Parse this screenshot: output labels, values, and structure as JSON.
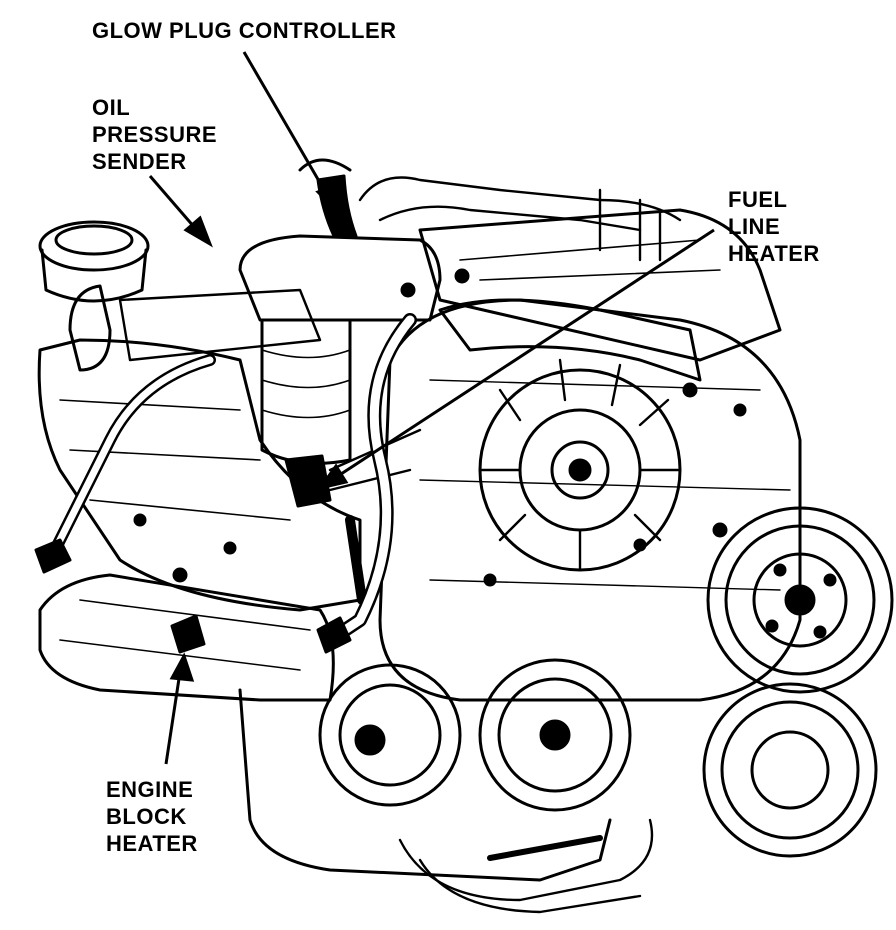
{
  "labels": {
    "glow_plug_controller": "GLOW PLUG CONTROLLER",
    "oil_pressure_sender": [
      "OIL",
      "PRESSURE",
      "SENDER"
    ],
    "fuel_line_heater": [
      "FUEL",
      "LINE",
      "HEATER"
    ],
    "engine_block_heater": [
      "ENGINE",
      "BLOCK",
      "HEATER"
    ]
  },
  "colors": {
    "ink": "#000000",
    "paper": "#ffffff"
  }
}
